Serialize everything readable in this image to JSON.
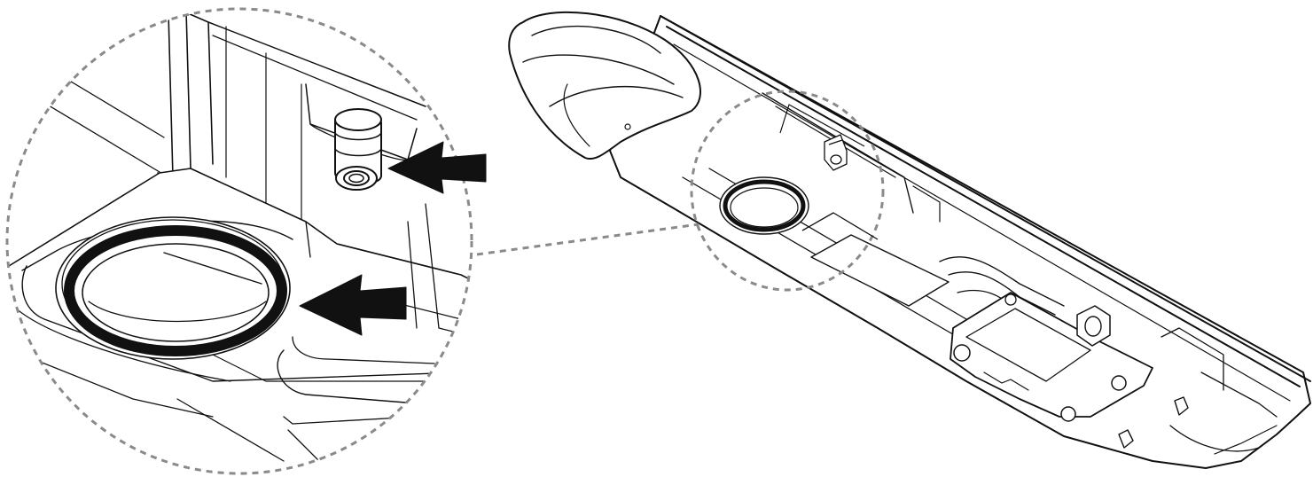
{
  "figure": {
    "type": "technical-line-illustration",
    "description_labels": [],
    "colors": {
      "line": "#111111",
      "fill": "#ffffff",
      "callout_dash": "#8a8a8a",
      "arrow": "#111111"
    },
    "parts": [
      {
        "name": "detail-magnifier",
        "icon": "magnifier-circle"
      },
      {
        "name": "o-ring-seal",
        "icon": "seal-ring"
      },
      {
        "name": "valve-nipple",
        "icon": "nipple"
      },
      {
        "name": "main-tray",
        "icon": "tray-housing"
      }
    ],
    "arrow_count": 2
  }
}
